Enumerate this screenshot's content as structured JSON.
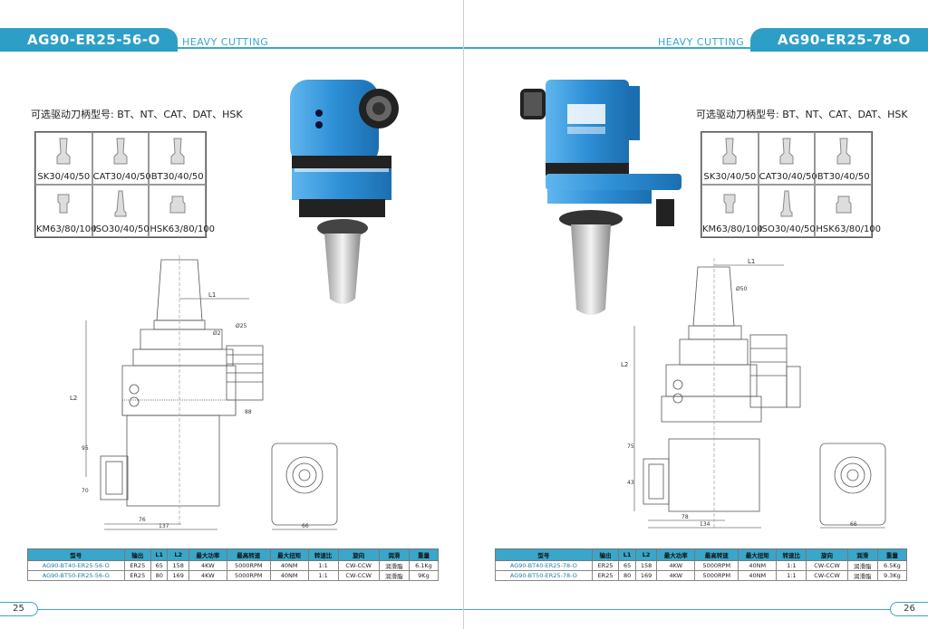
{
  "colors": {
    "accent": "#2d9fc6",
    "body_blue": "#2e8fd6",
    "line": "#555"
  },
  "left": {
    "title": "AG90-ER25-56-O",
    "subtitle": "HEAVY CUTTING",
    "holder_label": "可选驱动刀柄型号: BT、NT、CAT、DAT、HSK",
    "holders": [
      "SK30/40/50",
      "CAT30/40/50",
      "BT30/40/50",
      "KM63/80/100",
      "ISO30/40/50",
      "HSK63/80/100"
    ],
    "dim_labels": {
      "l1": "L1",
      "l2": "L2",
      "d1": "Ø25",
      "d2": "Ø2",
      "w1": "76",
      "w2": "137",
      "w3": "66",
      "h1": "95",
      "h2": "70",
      "h3": "88"
    },
    "table": {
      "headers": [
        "型号",
        "输出",
        "L1",
        "L2",
        "最大功率",
        "最高转速",
        "最大扭矩",
        "转速比",
        "旋向",
        "润滑",
        "重量"
      ],
      "rows": [
        [
          "AG90-BT40-ER25-56-O",
          "ER25",
          "65",
          "158",
          "4KW",
          "5000RPM",
          "40NM",
          "1:1",
          "CW-CCW",
          "润滑脂",
          "6.1Kg"
        ],
        [
          "AG90-BT50-ER25-56-O",
          "ER25",
          "80",
          "169",
          "4KW",
          "5000RPM",
          "40NM",
          "1:1",
          "CW-CCW",
          "润滑脂",
          "9Kg"
        ]
      ]
    },
    "page_number": "25"
  },
  "right": {
    "title": "AG90-ER25-78-O",
    "subtitle": "HEAVY CUTTING",
    "holder_label": "可选驱动刀柄型号: BT、NT、CAT、DAT、HSK",
    "holders": [
      "SK30/40/50",
      "CAT30/40/50",
      "BT30/40/50",
      "KM63/80/100",
      "ISO30/40/50",
      "HSK63/80/100"
    ],
    "dim_labels": {
      "l1": "L1",
      "l2": "L2",
      "d1": "Ø50",
      "w1": "78",
      "w2": "134",
      "w3": "66",
      "h1": "75",
      "h2": "43"
    },
    "table": {
      "headers": [
        "型号",
        "输出",
        "L1",
        "L2",
        "最大功率",
        "最高转速",
        "最大扭矩",
        "转速比",
        "旋向",
        "润滑",
        "重量"
      ],
      "rows": [
        [
          "AG90-BT40-ER25-78-O",
          "ER25",
          "65",
          "158",
          "4KW",
          "5000RPM",
          "40NM",
          "1:1",
          "CW-CCW",
          "润滑脂",
          "6.5Kg"
        ],
        [
          "AG90-BT50-ER25-78-O",
          "ER25",
          "80",
          "169",
          "4KW",
          "5000RPM",
          "40NM",
          "1:1",
          "CW-CCW",
          "润滑脂",
          "9.3Kg"
        ]
      ]
    },
    "page_number": "26"
  }
}
